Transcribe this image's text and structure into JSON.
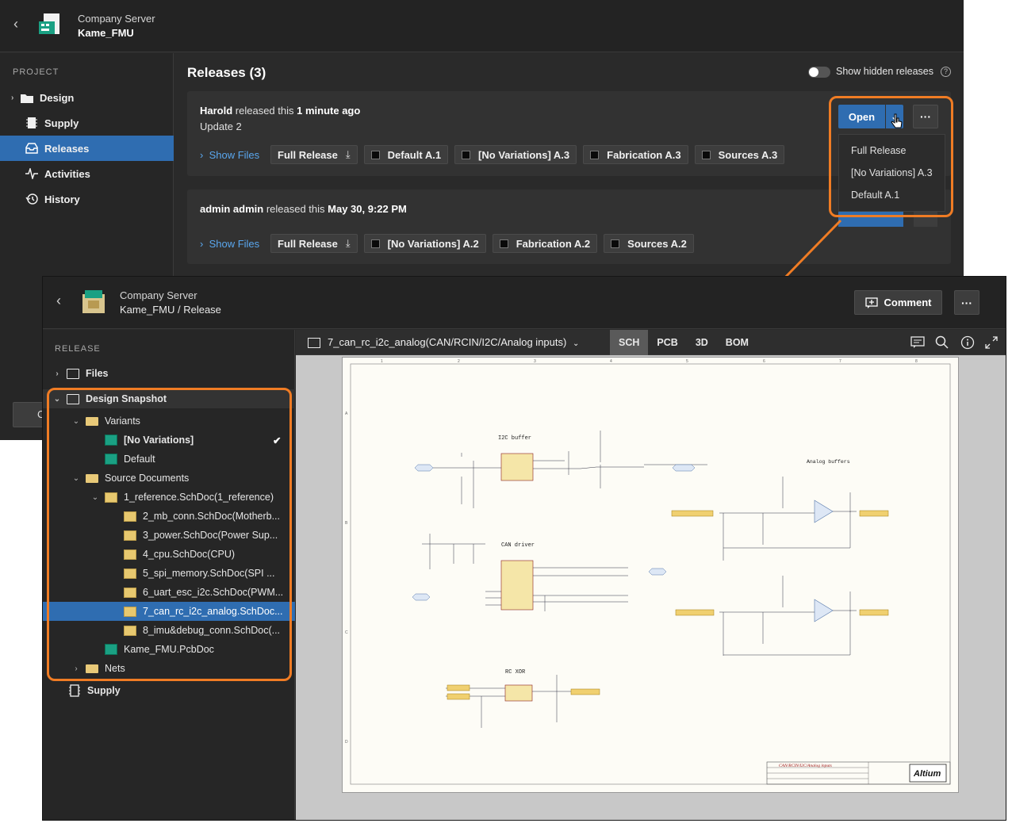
{
  "back_window": {
    "header": {
      "title": "Company Server",
      "subtitle": "Kame_FMU"
    },
    "sidebar": {
      "section_label": "PROJECT",
      "items": [
        {
          "label": "Design",
          "icon": "folder-icon"
        },
        {
          "label": "Supply",
          "icon": "chip-icon"
        },
        {
          "label": "Releases",
          "icon": "inbox-icon"
        },
        {
          "label": "Activities",
          "icon": "activity-icon"
        },
        {
          "label": "History",
          "icon": "history-icon"
        }
      ]
    },
    "main": {
      "title": "Releases (3)",
      "hidden_toggle_label": "Show hidden releases",
      "releases": [
        {
          "user": "Harold",
          "verb": "released this",
          "when": "1 minute ago",
          "note": "Update 2",
          "show_files": "Show Files",
          "chips": [
            "Full Release",
            "Default A.1",
            "[No Variations] A.3",
            "Fabrication A.3",
            "Sources A.3"
          ]
        },
        {
          "user": "admin admin",
          "verb": "released this",
          "when": "May 30, 9:22 PM",
          "show_files": "Show Files",
          "chips": [
            "Full Release",
            "[No Variations] A.2",
            "Fabrication A.2",
            "Sources A.2"
          ]
        }
      ],
      "open_button": "Open",
      "more_button": "···",
      "dropdown": [
        "Full Release",
        "[No Variations] A.3",
        "Default A.1"
      ]
    },
    "left_button_partial": "C"
  },
  "front_window": {
    "header": {
      "title": "Company Server",
      "path_project": "Kame_FMU",
      "path_sep": " / ",
      "path_page": "Release"
    },
    "comment_button": "Comment",
    "more_button": "···",
    "sidebar": {
      "section_label": "RELEASE",
      "files": "Files",
      "snapshot": "Design Snapshot",
      "variants_label": "Variants",
      "variants": [
        "[No Variations]",
        "Default"
      ],
      "source_documents": "Source Documents",
      "top_schdoc": "1_reference.SchDoc(1_reference)",
      "schdocs": [
        "2_mb_conn.SchDoc(Motherb...",
        "3_power.SchDoc(Power Sup...",
        "4_cpu.SchDoc(CPU)",
        "5_spi_memory.SchDoc(SPI ...",
        "6_uart_esc_i2c.SchDoc(PWM...",
        "7_can_rc_i2c_analog.SchDoc...",
        "8_imu&debug_conn.SchDoc(..."
      ],
      "pcbdoc": "Kame_FMU.PcbDoc",
      "nets": "Nets",
      "supply": "Supply"
    },
    "toolbar": {
      "document": "7_can_rc_i2c_analog(CAN/RCIN/I2C/Analog inputs)",
      "tabs": [
        "SCH",
        "PCB",
        "3D",
        "BOM"
      ],
      "active_tab": "SCH"
    },
    "schematic": {
      "blocks": [
        "I2C buffer",
        "CAN driver",
        "RC XOR",
        "Analog buffers"
      ],
      "title_block_name": "CAN/RCIN/I2C/Analog inputs",
      "logo": "Altium",
      "border_numbers": [
        "1",
        "2",
        "3",
        "4",
        "5",
        "6",
        "7",
        "8"
      ],
      "border_letters": [
        "A",
        "B",
        "C",
        "D"
      ]
    }
  },
  "colors": {
    "accent": "#2f6db1",
    "callout": "#f07c24",
    "link": "#5aa7ee"
  }
}
